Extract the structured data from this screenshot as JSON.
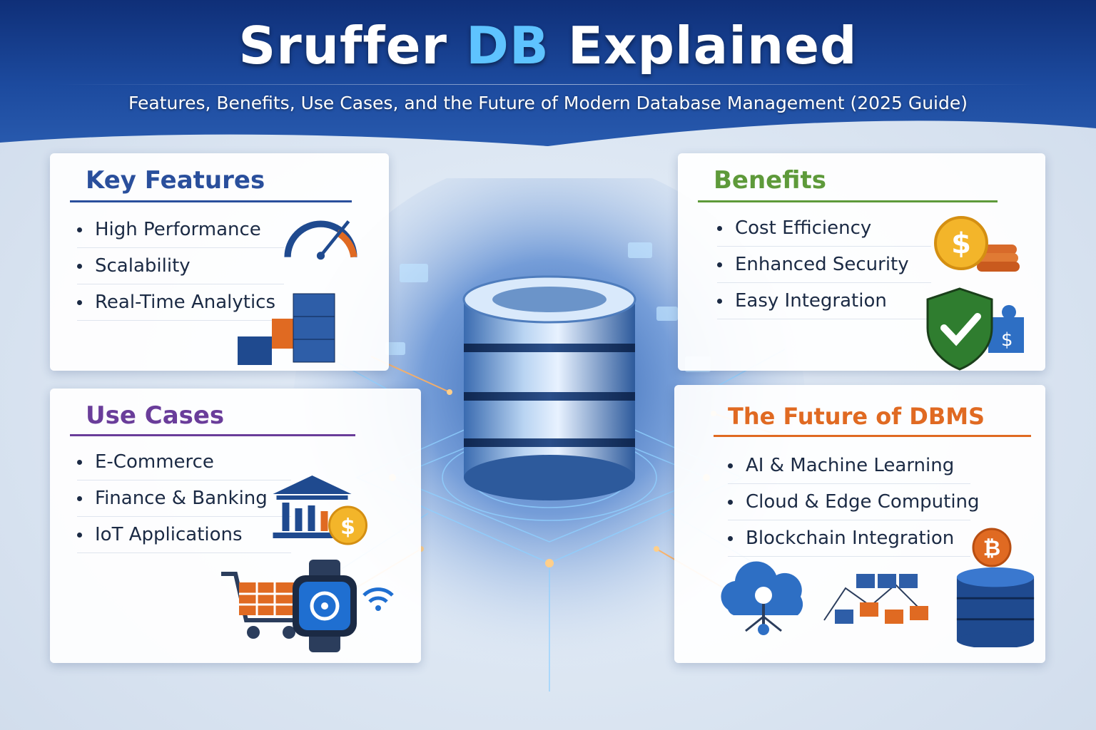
{
  "header": {
    "title_part1": "Sruffer ",
    "title_accent": "DB",
    "title_part2": " Explained",
    "subtitle": "Features, Benefits, Use Cases, and the Future of Modern Database Management (2025 Guide)"
  },
  "colors": {
    "header_bg": "#1c4a9e",
    "title_accent": "#5ec3ff",
    "key_features": "#2a4f9c",
    "benefits": "#5e9a3a",
    "use_cases": "#6a3d9a",
    "future": "#e06a22"
  },
  "panels": {
    "key_features": {
      "title": "Key Features",
      "items": [
        "High Performance",
        "Scalability",
        "Real-Time Analytics"
      ],
      "icons": [
        "speedometer-icon",
        "server-stack-icon",
        "boxes-icon"
      ]
    },
    "benefits": {
      "title": "Benefits",
      "items": [
        "Cost Efficiency",
        "Enhanced Security",
        "Easy Integration"
      ],
      "icons": [
        "coin-icon",
        "shield-check-icon",
        "puzzle-icon"
      ]
    },
    "use_cases": {
      "title": "Use Cases",
      "items": [
        "E-Commerce",
        "Finance & Banking",
        "IoT Applications"
      ],
      "icons": [
        "bank-icon",
        "coin-icon",
        "shopping-cart-icon",
        "smartwatch-icon",
        "wifi-icon"
      ]
    },
    "future": {
      "title": "The Future of DBMS",
      "items": [
        "AI & Machine Learning",
        "Cloud & Edge Computing",
        "Blockchain Integration"
      ],
      "icons": [
        "cloud-ai-icon",
        "blockchain-nodes-icon",
        "database-icon",
        "bitcoin-icon"
      ]
    }
  },
  "center": {
    "icon": "database-cylinder-icon"
  }
}
